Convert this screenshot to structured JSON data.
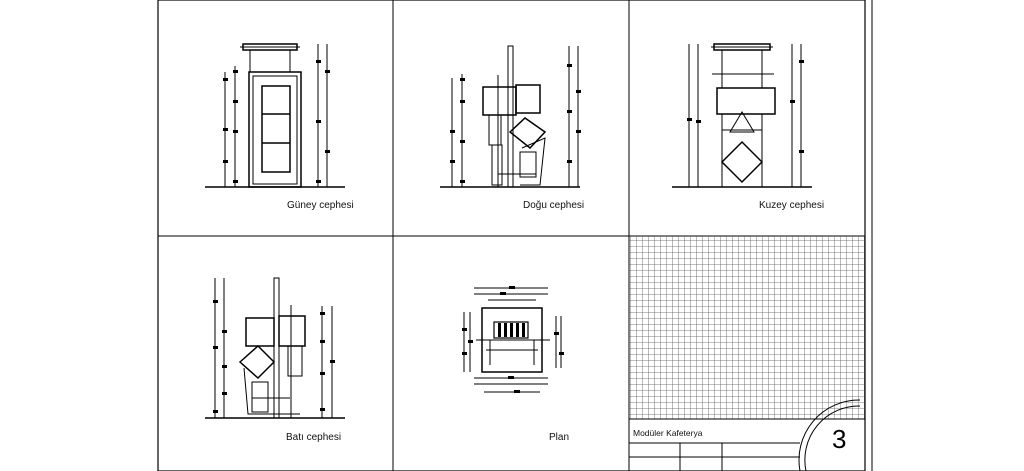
{
  "views": {
    "south_elevation": "Güney cephesi",
    "east_elevation": "Doğu cephesi",
    "north_elevation": "Kuzey cephesi",
    "west_elevation": "Batı cephesi",
    "plan": "Plan"
  },
  "title_block": {
    "project_name": "Modüler Kafeterya",
    "sheet_number": "3"
  },
  "colors": {
    "line": "#000000",
    "background": "#ffffff",
    "grid": "#555555"
  }
}
